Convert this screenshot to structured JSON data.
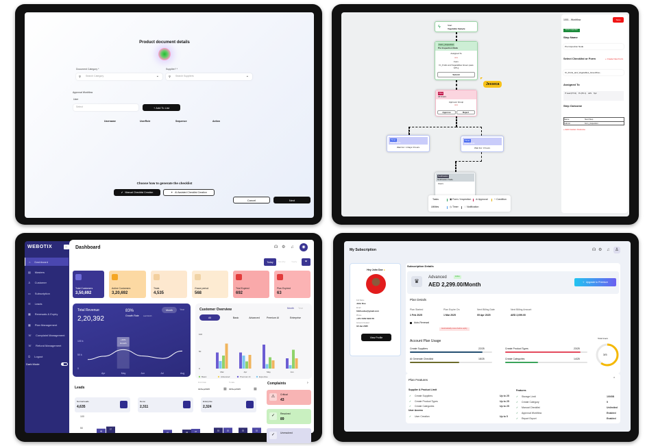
{
  "product_form": {
    "title": "Product document details",
    "document_category": {
      "label": "Document Category *",
      "placeholder": "Search Category"
    },
    "supplier": {
      "label": "Supplier? *",
      "placeholder": "Search Suppliers"
    },
    "approval_workflow": "Approval Workflow",
    "user_label": "User",
    "user_placeholder": "Select",
    "add_to_list": "+ Add To List",
    "table_headers": [
      "Username",
      "UserRole",
      "Sequence",
      "Action"
    ],
    "choose_prompt": "Choose how to generate the checklist",
    "manual_button": "Manual Checklist Creation",
    "ai_button": "AI Assisted Checklist Creation",
    "cancel": "Cancel",
    "next": "Next"
  },
  "workflow": {
    "start": {
      "label": "Start",
      "name": "Vegetable Sample"
    },
    "form_node": {
      "badge": "Form_Inspection",
      "name": "Pre Inspection Node",
      "assigned": "Assigned To",
      "form_label": "Form",
      "form_value": "IC_Fruits and Vegetables Green peas 125 g",
      "submit": "Submit"
    },
    "approval_node": {
      "badge": "Flow",
      "name": "All Users",
      "group": "Approver Group",
      "approve": "Approve",
      "reject": "Reject"
    },
    "timer_left": {
      "badge": "Timer",
      "name": "Timer Node",
      "wait": "Wait For: 1 Days 3 hours"
    },
    "timer_right": {
      "badge": "Timer",
      "name": "Timer Node",
      "wait": "Wait For: 3 hours"
    },
    "notification": {
      "badge": "Notification",
      "name": "Notification Node",
      "users": "Users"
    },
    "cursor_user": "Jesseca",
    "toolbar": {
      "tasks": "Tasks",
      "form": "Form / Inspection",
      "approval": "Approval",
      "condition": "Condition",
      "utilities": "Utilities",
      "timer": "Timer",
      "notification": "Notification"
    },
    "panel": {
      "title": "1001 - Workflow",
      "save": "Save",
      "type_badge": "Form Inspection",
      "step_name_label": "Step Name",
      "step_name_value": "Pre Inspection Node",
      "checklist_label": "Select Checklist or Form",
      "create_form": "+ Create New Form",
      "checklist_value": "IC_Fruits_and_Vegetables_GreenPea...",
      "assigned_label": "Assigned To",
      "assigned_chips": [
        "IT Lead (IIT 21)",
        "PL (IPL 1)",
        "abhi",
        "Syd"
      ],
      "outcome_label": "Step Outcome",
      "outcome_headers": [
        "Name",
        "Next Step"
      ],
      "outcome_row": [
        "Submit",
        "form_inspection"
      ],
      "add_outcome": "+ Add Custom Outcome"
    }
  },
  "dashboard": {
    "logo": "WEBOTIX",
    "sidebar": [
      "Dashboard",
      "Masters",
      "Customer",
      "Subscription",
      "Leads",
      "Renewals & Expiry",
      "Plan Management",
      "Complaint Management",
      "Refund Management",
      "Logout"
    ],
    "dark_mode": "Dark Mode",
    "title": "Dashboard",
    "period_tabs": [
      "Today",
      "Monthly",
      "Yearly"
    ],
    "stats": [
      {
        "label": "Total Customers",
        "value": "3,50,692",
        "color": "#3a3592"
      },
      {
        "label": "Active Customers",
        "value": "3,20,692",
        "color": "#fcd9a3"
      },
      {
        "label": "Trials",
        "value": "4,535",
        "color": "#fde8cf"
      },
      {
        "label": "Grace period",
        "value": "568",
        "color": "#fdebd2"
      },
      {
        "label": "Trial Expired",
        "value": "692",
        "color": "#f9a9aa"
      },
      {
        "label": "Plan Expired",
        "value": "63",
        "color": "#fbb3b4"
      }
    ],
    "revenue": {
      "title": "Total Revenue",
      "value": "2,20,392",
      "growth": "83%",
      "growth_label": "Growth Rate",
      "growth_sub": "Last Month",
      "toggle": [
        "Month",
        "Year"
      ],
      "tooltip": "+33% Growth",
      "yticks": [
        "100 k",
        "50 k",
        "0"
      ],
      "x": [
        "Apr",
        "May",
        "Jun",
        "Jul",
        "Aug"
      ],
      "y": [
        45,
        69,
        46,
        37,
        64
      ],
      "start": 33
    },
    "customer_overview": {
      "title": "Customer Overview",
      "toggle": [
        "Month",
        "Year"
      ],
      "tabs": [
        "All",
        "Basic",
        "Advanced",
        "Premium AI",
        "Enterprise"
      ],
      "yticks": [
        100,
        50,
        0
      ],
      "ylim": [
        0,
        100
      ],
      "categories": [
        "Mar",
        "Apr",
        "May",
        "Jun"
      ],
      "series": [
        {
          "name": "Premium AI",
          "color": "#6c5dd3",
          "values": [
            47,
            47,
            70,
            30
          ]
        },
        {
          "name": "Expertise",
          "color": "#7cc7ef",
          "values": [
            22,
            38,
            13,
            10
          ]
        },
        {
          "name": "Basic",
          "color": "#8fd36b",
          "values": [
            38,
            21,
            33,
            55
          ]
        },
        {
          "name": "Advanced",
          "color": "#f0b45d",
          "values": [
            73,
            40,
            24,
            30
          ]
        }
      ]
    },
    "leads": {
      "title": "Leads",
      "from_label": "From Date",
      "to_label": "To date",
      "from": "01/Sep/2025",
      "to": "30/Sep/2025",
      "cards": [
        {
          "label": "Normal leads",
          "value": "4,635"
        },
        {
          "label": "Demo",
          "value": "2,311"
        },
        {
          "label": "Enterprise",
          "value": "2,324"
        }
      ],
      "yticks": [
        100,
        50
      ],
      "bars": [
        48,
        57,
        43,
        44,
        47,
        52,
        52,
        52,
        52
      ]
    },
    "complaints": {
      "title": "Complaints",
      "items": [
        {
          "label": "Critical",
          "value": "43",
          "color": "#f8b4b4"
        },
        {
          "label": "Resolved",
          "value": "89",
          "color": "#c9f0c0"
        },
        {
          "label": "Unresolved",
          "value": "",
          "color": "#dcdcf0"
        }
      ]
    }
  },
  "subscription": {
    "title": "My Subscription",
    "greeting": "Hey John Doe",
    "profile": [
      {
        "label": "Full Name",
        "value": "John Doe"
      },
      {
        "label": "Email",
        "value": "hbt4sudoe@gmail.com"
      },
      {
        "label": "Phone",
        "value": "+971 5450 5240 55"
      },
      {
        "label": "Account Created",
        "value": "18 Jan 2025"
      }
    ],
    "view_profile": "View Profile",
    "details_title": "Subscription Details",
    "plan": "Advanced",
    "status": "Active",
    "price": "AED 2,299.00/Month",
    "upgrade": "Upgrade to Premium",
    "plan_details_title": "Plan Details",
    "plan_details": [
      {
        "label": "Plan Started",
        "value": "1 Feb 2025"
      },
      {
        "label": "Plan Expire On",
        "value": "1 Mar 2025"
      },
      {
        "label": "Next Billing Date",
        "value": "05 Apr 2025"
      },
      {
        "label": "Next Billing Amount",
        "value": "AED 2,099.00"
      }
    ],
    "auto_renewal": "Auto-Renewal",
    "renewal_hint": "Automatically renew before expiry",
    "usage_title": "Account Plan Usage",
    "usage": [
      {
        "label": "Create Suppliers",
        "value": "22/25",
        "fraction": 0.88,
        "color": "#234e70"
      },
      {
        "label": "Create Product Types",
        "value": "23/25",
        "fraction": 0.92,
        "color": "#e4485c"
      },
      {
        "label": "AI Generate Checklist",
        "value": "18/25",
        "fraction": 0.6,
        "color": "#6b6a2a"
      },
      {
        "label": "Create Categories",
        "value": "14/25",
        "fraction": 0.4,
        "color": "#3aa35a"
      }
    ],
    "total_users_label": "Total Users",
    "total_users": "3/5",
    "total_users_fraction": 0.6,
    "features_title": "Plan Features",
    "supplier_section": "Supplier & Product Limit",
    "supplier_items": [
      {
        "label": "Create Suppliers",
        "value": "Up to 25"
      },
      {
        "label": "Create Product Types",
        "value": "Up to 25"
      },
      {
        "label": "Create Categories",
        "value": "Up to 25"
      }
    ],
    "user_section": "User Access",
    "user_items": [
      {
        "label": "User Creation",
        "value": "Up to 5"
      }
    ],
    "features_section": "Features",
    "feature_items": [
      {
        "label": "Storage Limit",
        "value": "100GB"
      },
      {
        "label": "Create Category",
        "value": "5"
      },
      {
        "label": "Manual Checklist",
        "value": "Unlimited"
      },
      {
        "label": "Approval Workflow",
        "value": "Enabled"
      },
      {
        "label": "Report Export",
        "value": "Enabled"
      }
    ]
  }
}
